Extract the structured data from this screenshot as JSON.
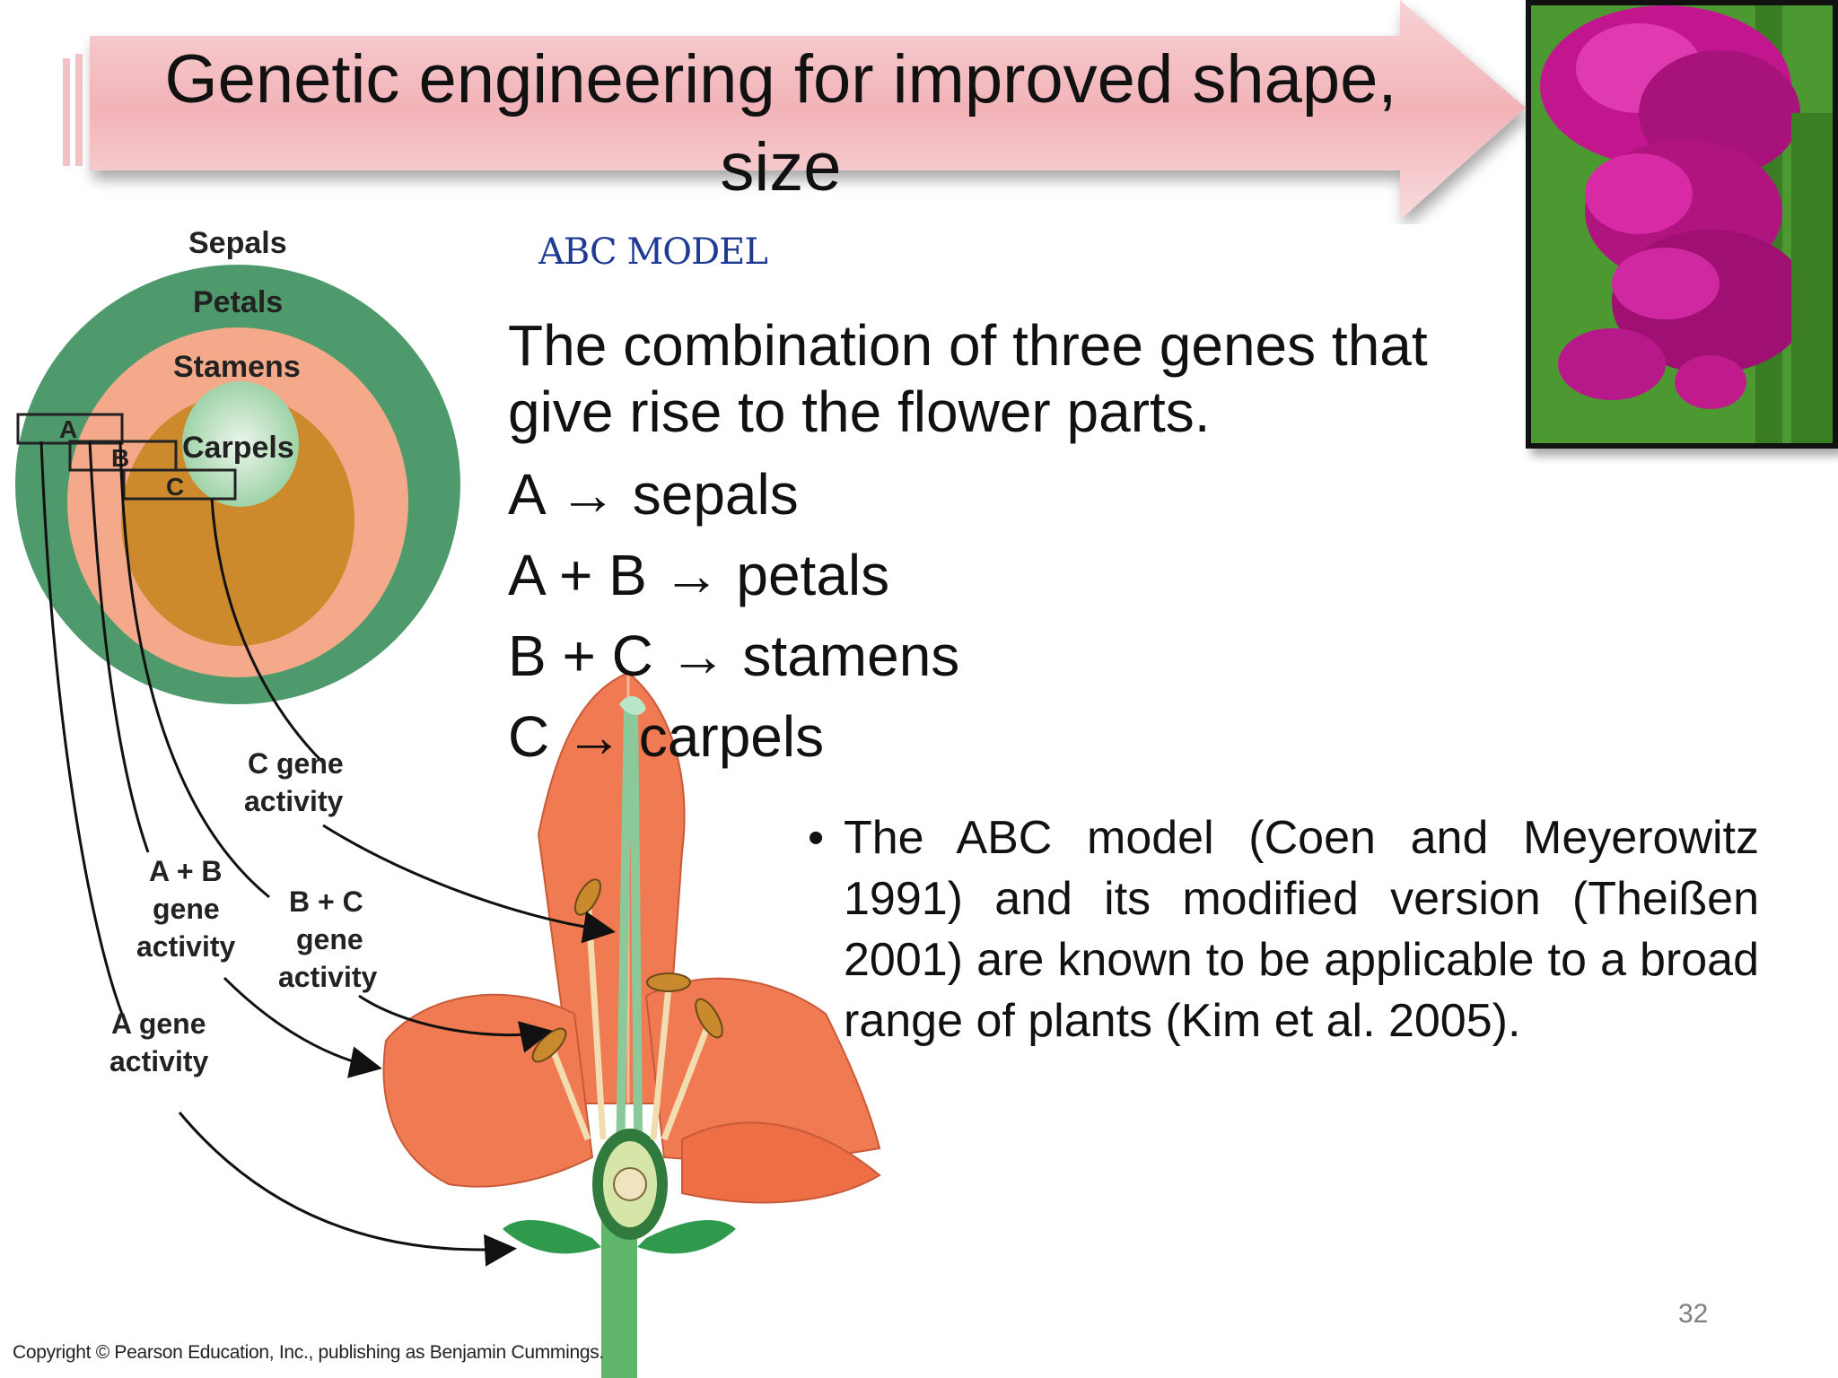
{
  "slide": {
    "title": "Genetic engineering for improved shape, size",
    "abc_heading": "ABC MODEL",
    "intro": "The combination of three genes that give rise to the flower parts.",
    "rules": [
      "A → sepals",
      "A + B → petals",
      "B + C → stamens",
      "C → carpels"
    ],
    "bullet": "The ABC model (Coen and Meyerowitz 1991) and its modified version (Theißen 2001) are known to be applicable to a broad range of plants (Kim et al. 2005).",
    "page_number": "32"
  },
  "diagram": {
    "whorls": [
      "Sepals",
      "Petals",
      "Stamens",
      "Carpels"
    ],
    "gene_boxes": [
      "A",
      "B",
      "C"
    ],
    "activity_labels": {
      "c": [
        "C gene",
        "activity"
      ],
      "ab": [
        "A + B",
        "gene",
        "activity"
      ],
      "bc": [
        "B + C",
        "gene",
        "activity"
      ],
      "a": [
        "A gene",
        "activity"
      ]
    },
    "copyright": "Copyright © Pearson Education, Inc., publishing as Benjamin Cummings."
  },
  "colors": {
    "sepal_ring": "#4f9a6c",
    "petal_ring": "#f4a98a",
    "stamen_ring": "#cd8a2c",
    "carpel_center": "#bfe3c4",
    "banner_pink": "#f2b9bd",
    "heading_blue": "#1f3a93",
    "petal_orange": "#f07a52"
  },
  "icons": [
    "title-banner-arrow",
    "flower-photo",
    "abc-ring-diagram",
    "flower-cross-section"
  ]
}
